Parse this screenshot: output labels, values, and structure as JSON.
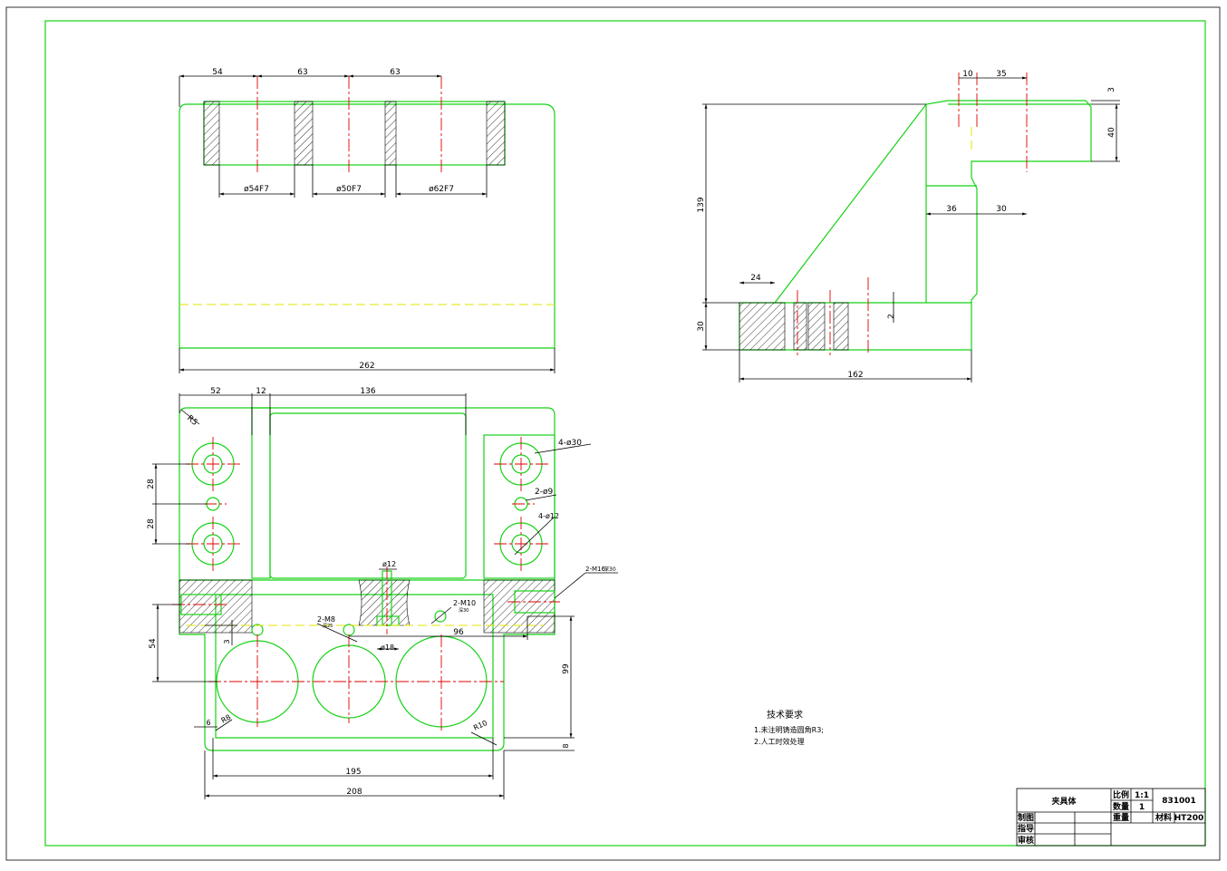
{
  "top_view": {
    "dims_top": [
      "54",
      "63",
      "63"
    ],
    "bore_labels": [
      "ø54F7",
      "ø50F7",
      "ø62F7"
    ],
    "overall_width": "262"
  },
  "side_view": {
    "dims_top": [
      "10",
      "35"
    ],
    "dims_right": [
      "3",
      "40"
    ],
    "dims_mid": [
      "36",
      "30"
    ],
    "height": "139",
    "base_height": "30",
    "step": "24",
    "small": "2",
    "length": "162"
  },
  "plan_view": {
    "dims_top": [
      "52",
      "12",
      "136"
    ],
    "radius_corner": "R5",
    "left_dims": [
      "28",
      "28"
    ],
    "hole_callouts": [
      "4-ø30",
      "2-ø9",
      "4-ø12"
    ],
    "thread_right": "2-M16",
    "thread_right_note": "深30",
    "m8": "2-M8",
    "m8_note": "深25",
    "m10": "2-M10",
    "m10_note": "深30",
    "small_bore": "ø12",
    "lower_bore": "ø18",
    "dim_96": "96",
    "dim_3": "3",
    "dim_54": "54",
    "dim_99": "99",
    "dim_6": "6",
    "dim_r8": "R8",
    "dim_r10": "R10",
    "dim_8": "8",
    "dim_195": "195",
    "dim_208": "208"
  },
  "tech_req": {
    "title": "技术要求",
    "line1": "1.未注明铸造圆角R3;",
    "line2": "2.人工时效处理"
  },
  "title_block": {
    "part_name": "夹具体",
    "scale_label": "比例",
    "scale_value": "1:1",
    "qty_label": "数量",
    "qty_value": "1",
    "weight_label": "重量",
    "material_label": "材料",
    "material_value": "HT200",
    "drawing_no": "831001",
    "row1": "制图",
    "row2": "指导",
    "row3": "审核"
  },
  "colors": {
    "outline": "#16d216",
    "centerline": "#e00000",
    "hidden": "#e6e600",
    "dimension": "#000000"
  }
}
